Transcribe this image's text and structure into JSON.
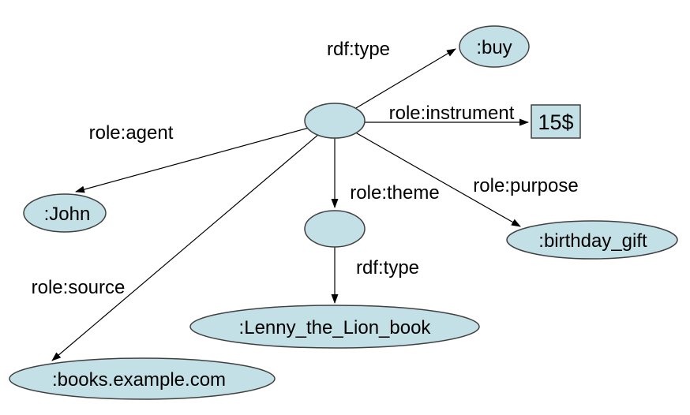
{
  "colors": {
    "background": "#ffffff",
    "node_fill": "#c2e0e6",
    "node_stroke": "#404040",
    "edge_color": "#000000",
    "text_color": "#000000"
  },
  "graph": {
    "nodes": {
      "buy_event_bnode": {
        "label": "",
        "shape": "ellipse",
        "note": "blank node (buy event instance)"
      },
      "buy": {
        "label": ":buy",
        "shape": "ellipse"
      },
      "price": {
        "label": "15$",
        "shape": "rect"
      },
      "john": {
        "label": ":John",
        "shape": "ellipse"
      },
      "book_bnode": {
        "label": "",
        "shape": "ellipse",
        "note": "blank node (book instance)"
      },
      "birthday_gift": {
        "label": ":birthday_gift",
        "shape": "ellipse"
      },
      "lenny_book": {
        "label": ":Lenny_the_Lion_book",
        "shape": "ellipse"
      },
      "books_site": {
        "label": ":books.example.com",
        "shape": "ellipse"
      }
    },
    "edges": [
      {
        "from": "buy_event_bnode",
        "to": "buy",
        "label": "rdf:type"
      },
      {
        "from": "buy_event_bnode",
        "to": "price",
        "label": "role:instrument"
      },
      {
        "from": "buy_event_bnode",
        "to": "john",
        "label": "role:agent"
      },
      {
        "from": "buy_event_bnode",
        "to": "book_bnode",
        "label": "role:theme"
      },
      {
        "from": "buy_event_bnode",
        "to": "birthday_gift",
        "label": "role:purpose"
      },
      {
        "from": "book_bnode",
        "to": "lenny_book",
        "label": "rdf:type"
      },
      {
        "from": "buy_event_bnode",
        "to": "books_site",
        "label": "role:source"
      }
    ]
  },
  "edge_labels": {
    "rdf_type_top": "rdf:type",
    "role_instrument": "role:instrument",
    "role_agent": "role:agent",
    "role_theme": "role:theme",
    "role_purpose": "role:purpose",
    "rdf_type_bottom": "rdf:type",
    "role_source": "role:source"
  }
}
